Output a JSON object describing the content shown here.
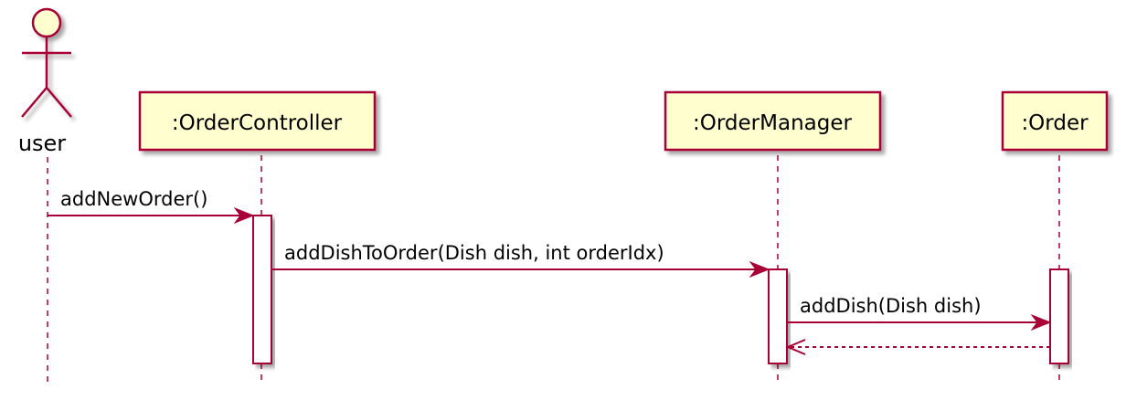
{
  "diagram": {
    "type": "sequence",
    "colors": {
      "line": "#A80036",
      "box_fill": "#FEFECE",
      "text": "#000000"
    },
    "actor": {
      "name": "user",
      "icon": "stick-figure-actor-icon"
    },
    "participants": [
      {
        "id": "order-controller",
        "label": ":OrderController"
      },
      {
        "id": "order-manager",
        "label": ":OrderManager"
      },
      {
        "id": "order",
        "label": ":Order"
      }
    ],
    "messages": [
      {
        "from": "user",
        "to": "order-controller",
        "label": "addNewOrder()",
        "style": "solid"
      },
      {
        "from": "order-controller",
        "to": "order-manager",
        "label": "addDishToOrder(Dish dish, int orderIdx)",
        "style": "solid"
      },
      {
        "from": "order-manager",
        "to": "order",
        "label": "addDish(Dish dish)",
        "style": "solid"
      },
      {
        "from": "order",
        "to": "order-manager",
        "label": "",
        "style": "dashed"
      }
    ]
  }
}
